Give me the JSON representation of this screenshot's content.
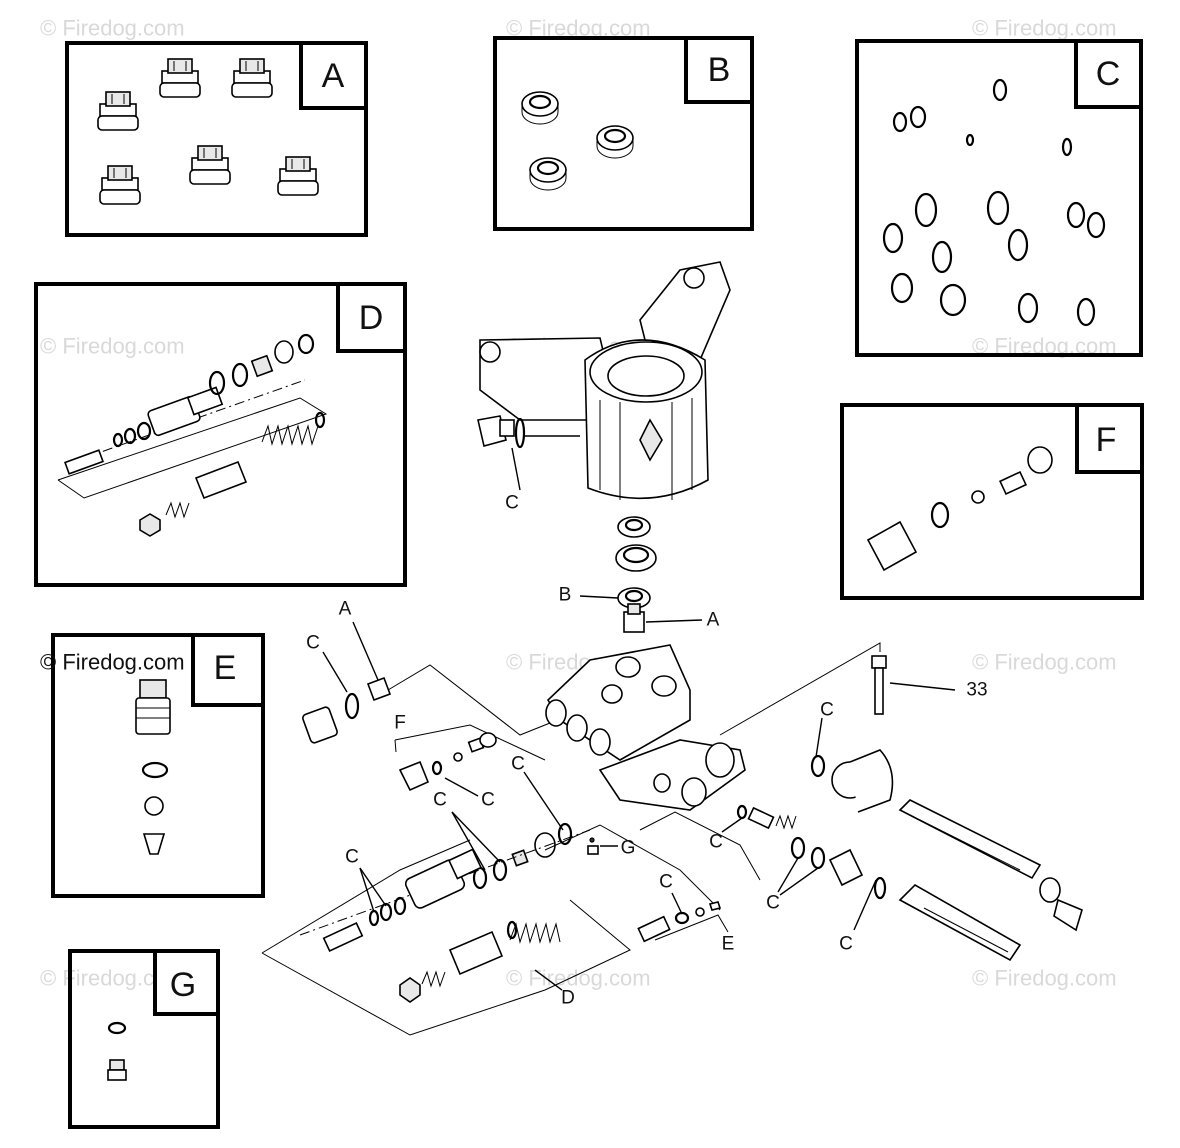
{
  "watermark": "© Firedog.com",
  "panels": {
    "A": {
      "label": "A"
    },
    "B": {
      "label": "B"
    },
    "C": {
      "label": "C"
    },
    "D": {
      "label": "D"
    },
    "E": {
      "label": "E"
    },
    "F": {
      "label": "F"
    },
    "G": {
      "label": "G"
    }
  },
  "callouts": {
    "c1": "C",
    "b1": "B",
    "a1": "A",
    "a2": "A",
    "c2": "C",
    "part33": "33",
    "c3": "C",
    "f1": "F",
    "c4": "C",
    "c5": "C",
    "c6": "C",
    "g1": "G",
    "c7": "C",
    "c8": "C",
    "c9": "C",
    "c10": "C",
    "c11": "C",
    "e1": "E",
    "c12": "C",
    "d1": "D"
  }
}
